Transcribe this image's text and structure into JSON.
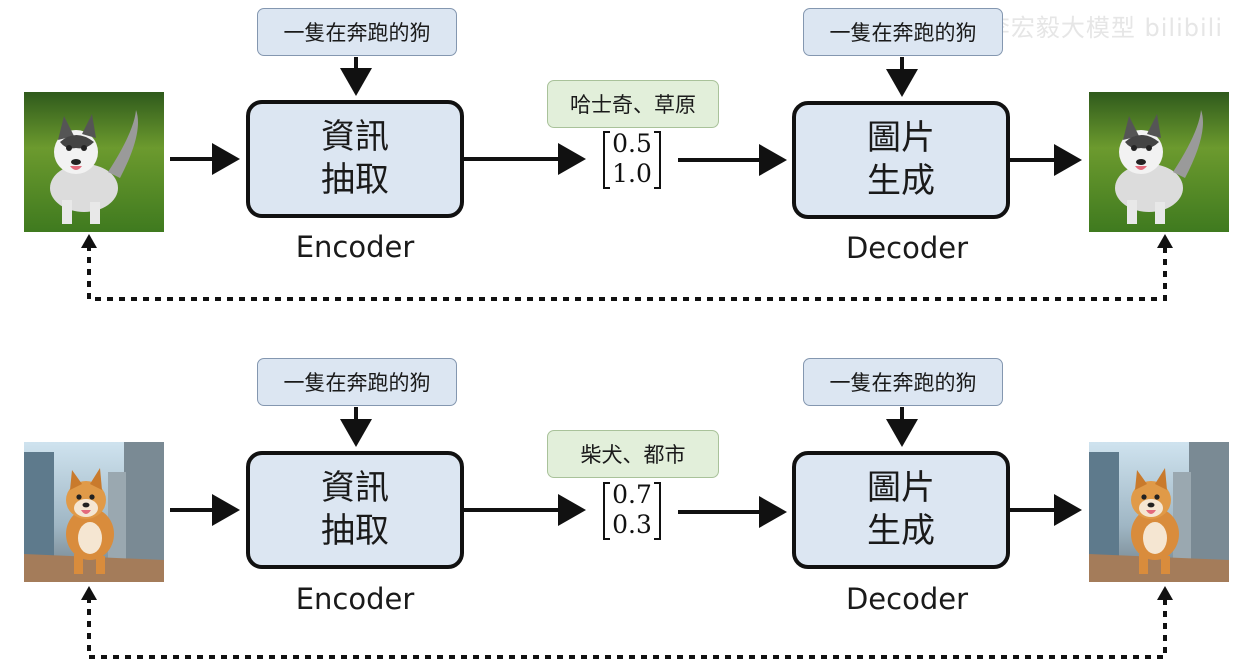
{
  "watermark": "李宏毅大模型 bilibili",
  "rows": [
    {
      "encoder_prompt": "一隻在奔跑的狗",
      "encoder_line1": "資訊",
      "encoder_line2": "抽取",
      "encoder_caption": "Encoder",
      "tag": "哈士奇、草原",
      "vector_top": "0.5",
      "vector_bottom": "1.0",
      "decoder_prompt": "一隻在奔跑的狗",
      "decoder_line1": "圖片",
      "decoder_line2": "生成",
      "decoder_caption": "Decoder",
      "image_subject": "husky-on-grassland"
    },
    {
      "encoder_prompt": "一隻在奔跑的狗",
      "encoder_line1": "資訊",
      "encoder_line2": "抽取",
      "encoder_caption": "Encoder",
      "tag": "柴犬、都市",
      "vector_top": "0.7",
      "vector_bottom": "0.3",
      "decoder_prompt": "一隻在奔跑的狗",
      "decoder_line1": "圖片",
      "decoder_line2": "生成",
      "decoder_caption": "Decoder",
      "image_subject": "shiba-in-city"
    }
  ],
  "colors": {
    "block_fill": "#dce6f2",
    "tag_fill": "#e2efda",
    "line": "#111111"
  }
}
